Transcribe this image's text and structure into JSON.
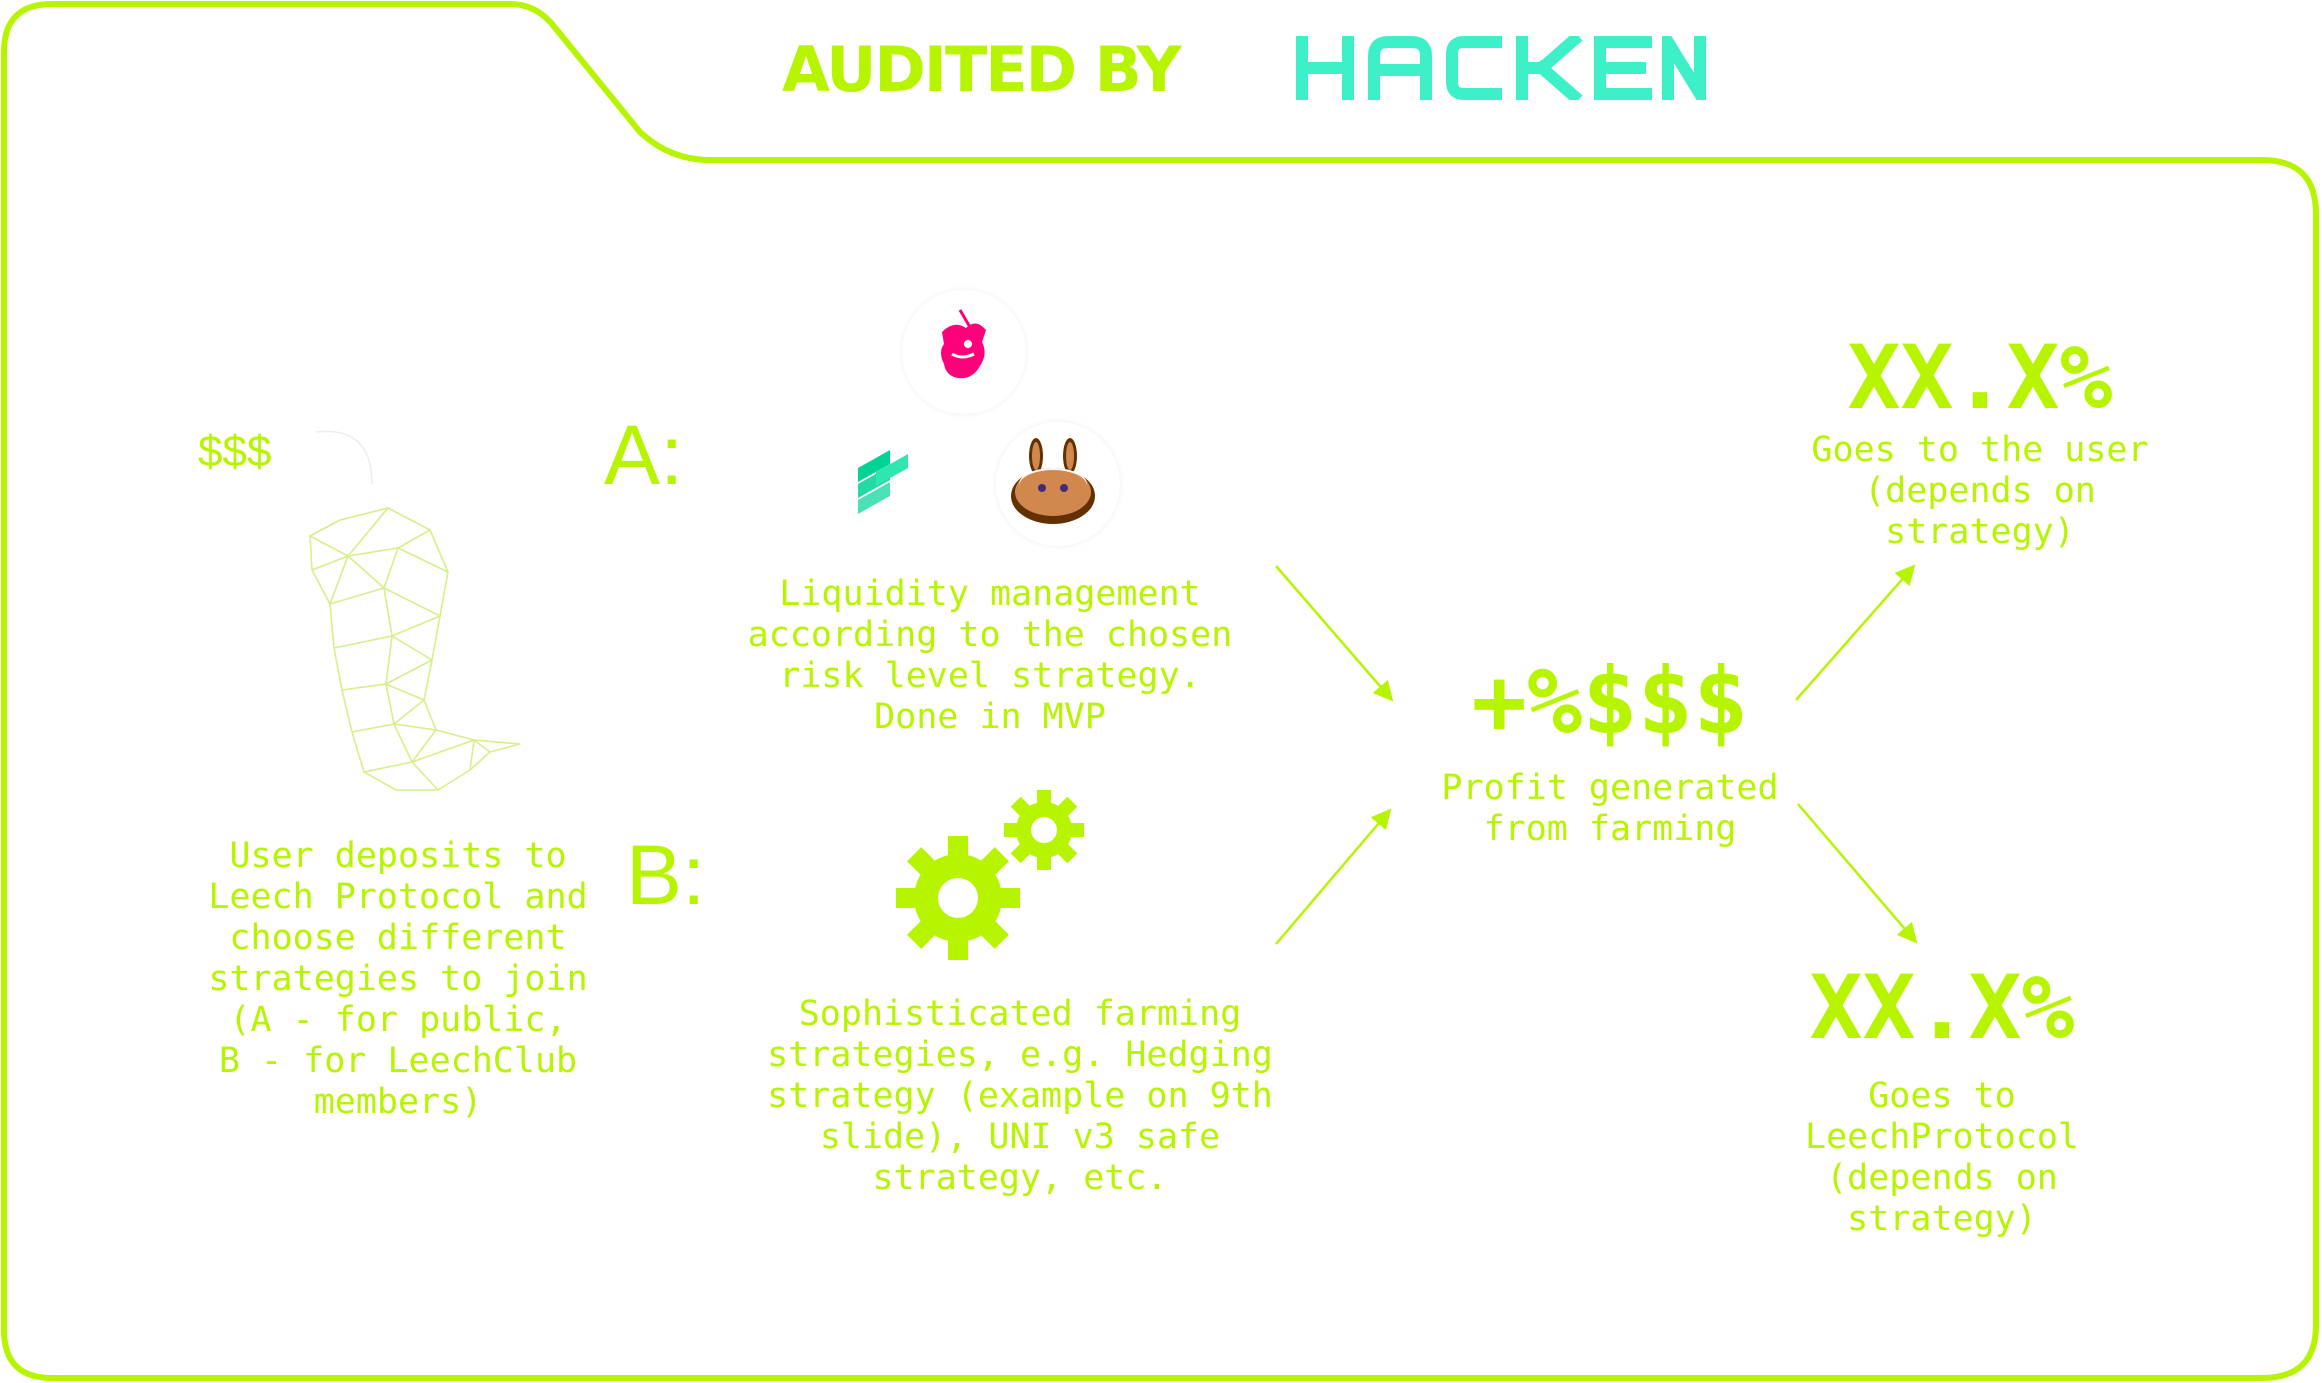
{
  "header": {
    "audited_by": "AUDITED BY",
    "auditor_logo": "HACKEN"
  },
  "user": {
    "dollars": "$$$",
    "description": "User deposits to\nLeech Protocol and\nchoose different\nstrategies to join\n(A - for public,\n B - for LeechClub\nmembers)"
  },
  "option_a": {
    "letter": "A:",
    "description": "Liquidity management\naccording to the chosen\nrisk level strategy.\nDone in MVP",
    "icons": [
      "uniswap-icon",
      "compound-icon",
      "pancakeswap-icon"
    ]
  },
  "option_b": {
    "letter": "B:",
    "description": "Sophisticated farming\nstrategies, e.g. Hedging\nstrategy (example on 9th\nslide), UNI v3 safe\nstrategy, etc.",
    "icons": [
      "gears-icon"
    ]
  },
  "profit": {
    "value": "+%$$$",
    "description": "Profit generated\nfrom farming"
  },
  "user_share": {
    "value": "XX.X%",
    "description": "Goes to the user\n(depends on\nstrategy)"
  },
  "protocol_share": {
    "value": "XX.X%",
    "description": "Goes to\nLeechProtocol\n(depends on\nstrategy)"
  },
  "colors": {
    "accent": "#b7f400",
    "hacken": "#3ef0c8",
    "uniswap": "#ff007a",
    "compound": "#00d395",
    "pancake": "#d1884f"
  }
}
